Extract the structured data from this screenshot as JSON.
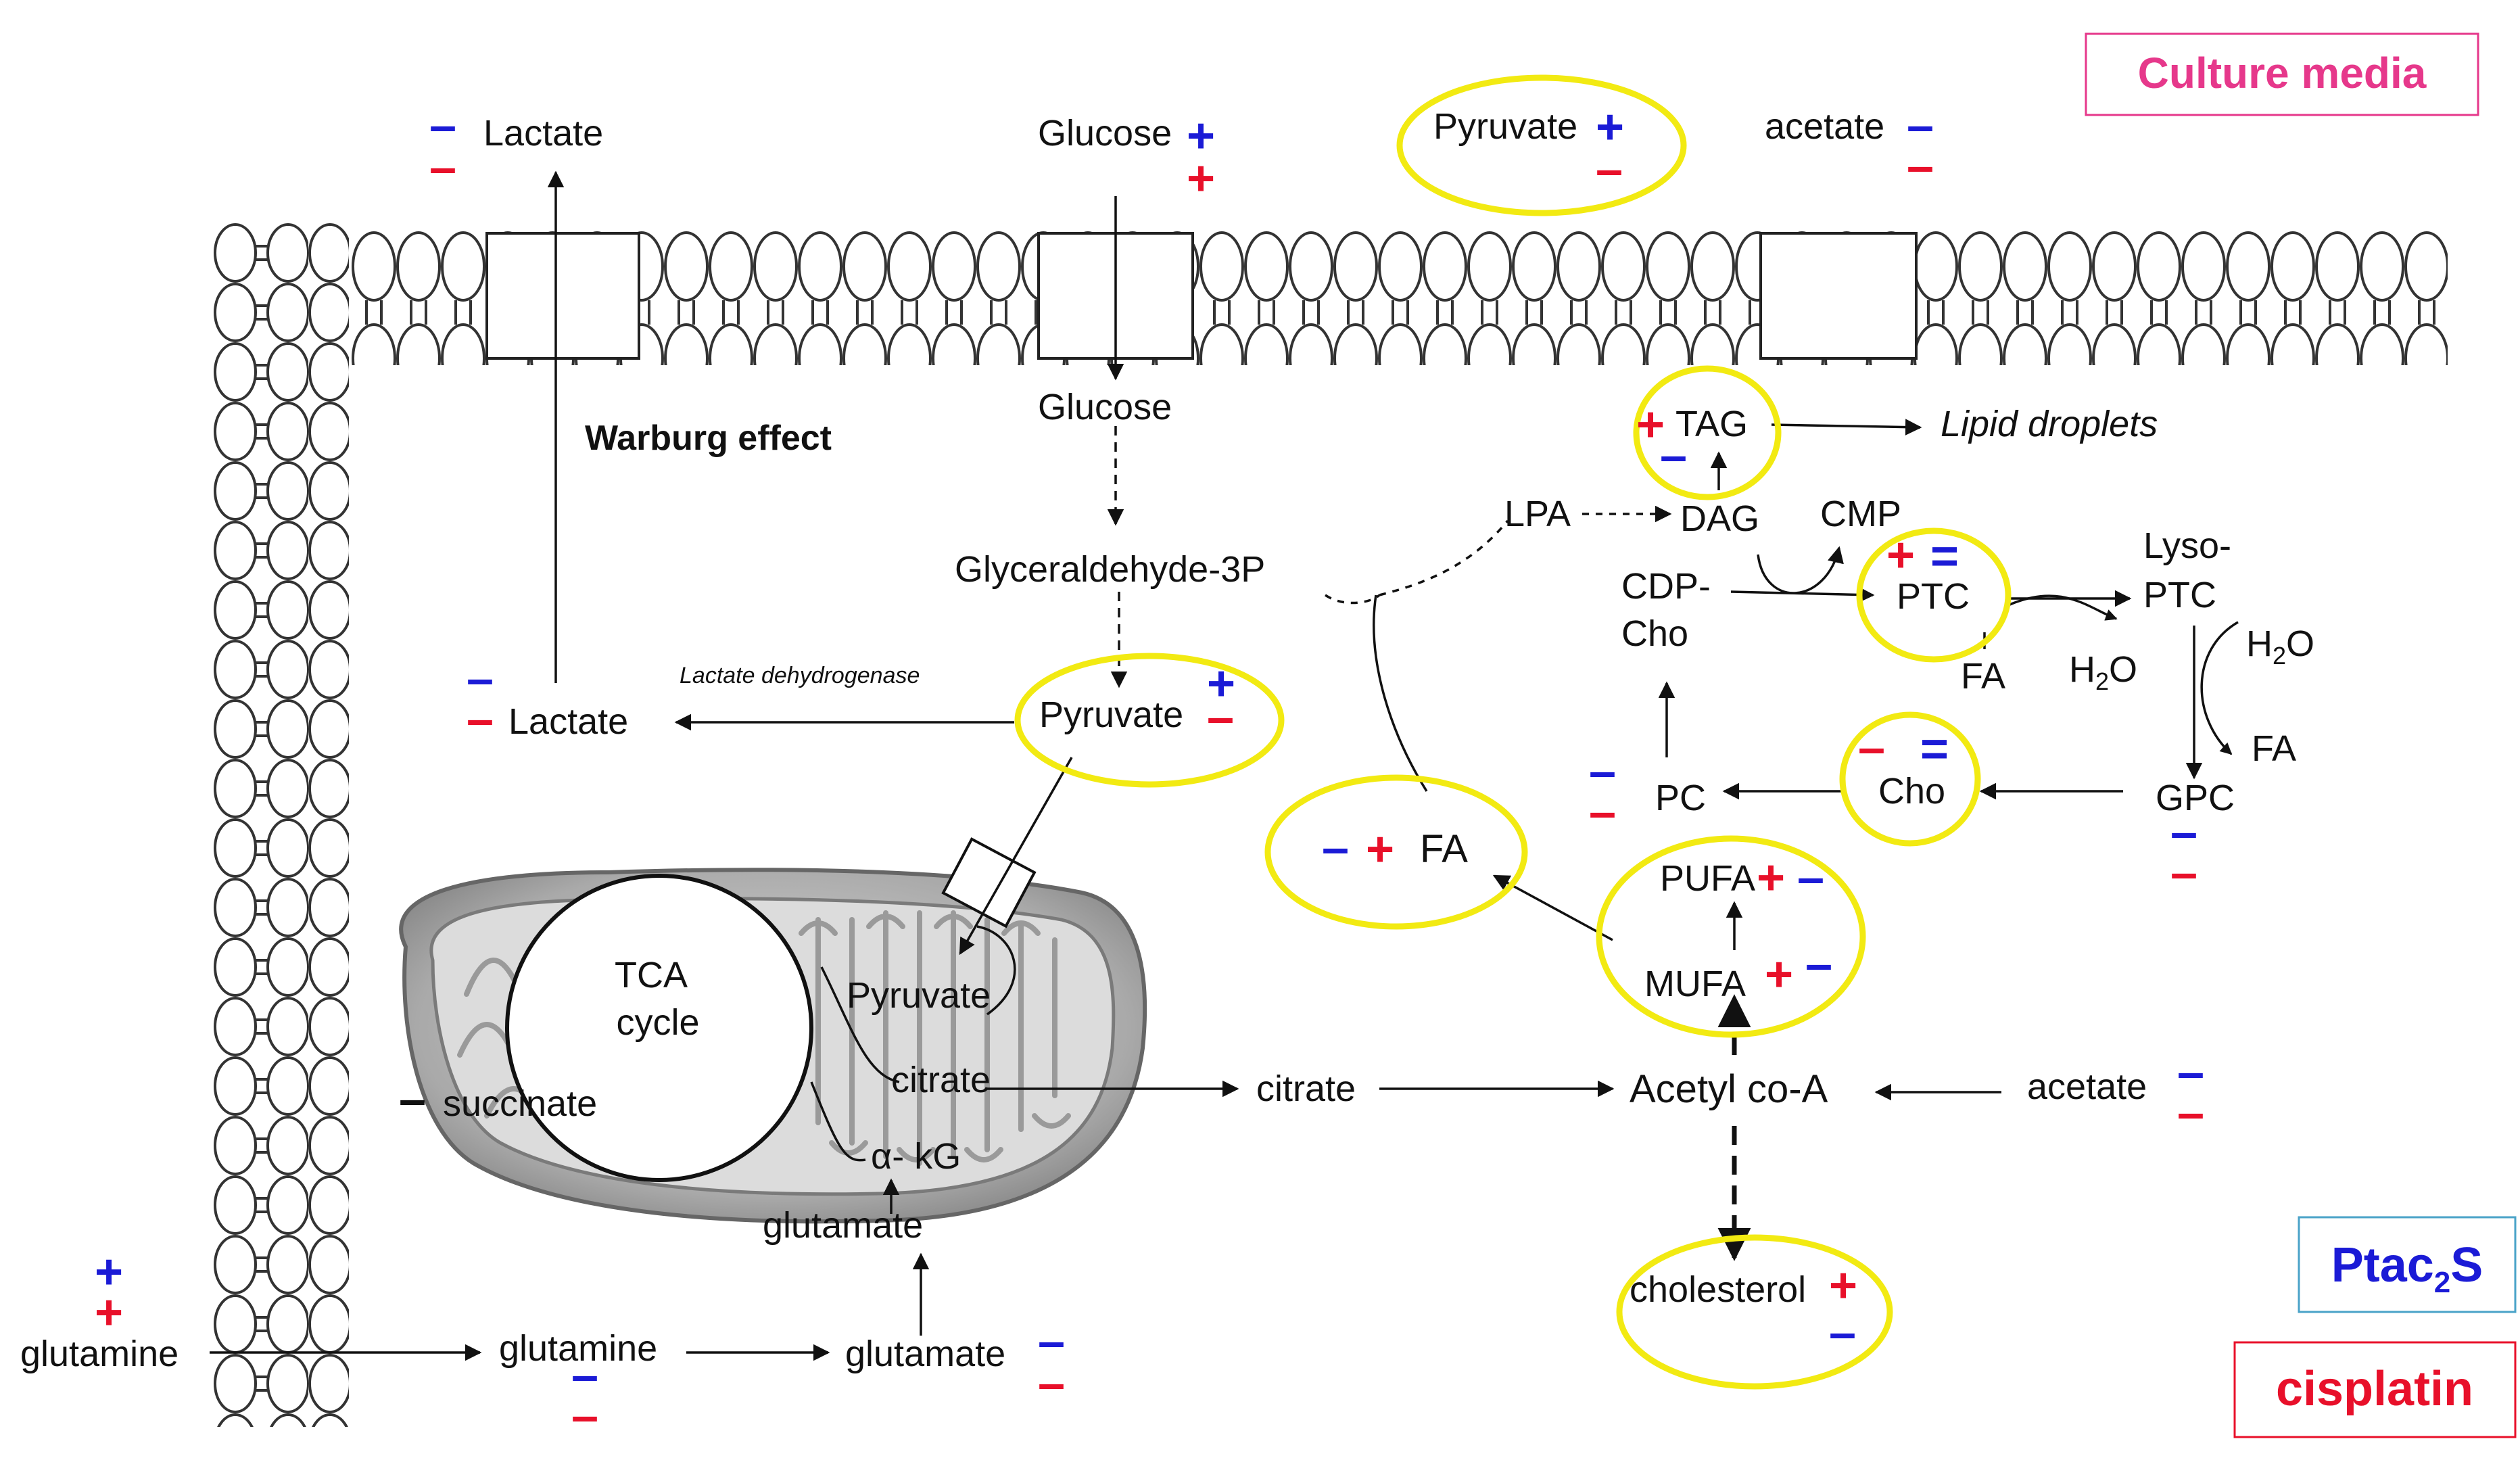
{
  "colors": {
    "plus_blue": "#1b1bd6",
    "plus_red": "#e8102a",
    "highlight_ring": "#f2ea12",
    "legend_culture": "#e6388b",
    "legend_ptac": "#1b1bd6",
    "legend_cisplatin": "#e8102a",
    "membrane": "#333333",
    "mito_body": "#b9b9b9"
  },
  "legend": {
    "culture_media": "Culture media",
    "ptac_main": "Ptac",
    "ptac_sub": "2",
    "ptac_end": "S",
    "cisplatin": "cisplatin"
  },
  "signs": {
    "plus": "+",
    "minus": "–",
    "equal": "="
  },
  "extracellular": {
    "lactate": "Lactate",
    "glucose": "Glucose",
    "pyruvate": "Pyruvate",
    "acetate": "acetate"
  },
  "cytosol": {
    "glucose": "Glucose",
    "warburg": "Warburg effect",
    "g3p": "Glyceraldehyde-3P",
    "ldh": "Lactate dehydrogenase",
    "lactate": "Lactate",
    "pyruvate": "Pyruvate",
    "glutamine_out": "glutamine",
    "glutamine_in": "glutamine",
    "glutamate": "glutamate",
    "citrate": "citrate",
    "acetyl_coa": "Acetyl co-A",
    "acetate": "acetate",
    "cholesterol": "cholesterol",
    "fa": "FA",
    "mufa": "MUFA",
    "pufa": "PUFA",
    "pc": "PC",
    "cho": "Cho",
    "gpc": "GPC",
    "cdp_cho_1": "CDP-",
    "cdp_cho_2": "Cho",
    "ptc": "PTC",
    "lyso_ptc_1": "Lyso-",
    "lyso_ptc_2": "PTC",
    "lpa": "LPA",
    "dag": "DAG",
    "cmp": "CMP",
    "tag": "TAG",
    "lipid_droplets": "Lipid droplets",
    "fa_ptc": "FA",
    "h2o_h": "H",
    "h2o_sub": "2",
    "h2o_o": "O",
    "fa_gpc": "FA"
  },
  "mito": {
    "tca_1": "TCA",
    "tca_2": "cycle",
    "pyruvate": "Pyruvate",
    "citrate": "citrate",
    "succinate": "succinate",
    "akg": "α- kG",
    "glutamate": "glutamate"
  }
}
